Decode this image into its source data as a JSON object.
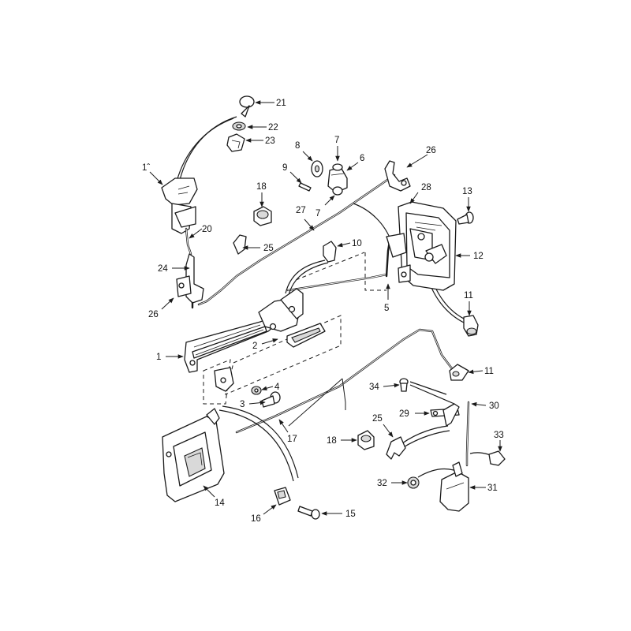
{
  "callouts": [
    {
      "id": "c1",
      "text": "1"
    },
    {
      "id": "c2",
      "text": "2"
    },
    {
      "id": "c3",
      "text": "3"
    },
    {
      "id": "c4",
      "text": "4"
    },
    {
      "id": "c5",
      "text": "5"
    },
    {
      "id": "c6",
      "text": "6"
    },
    {
      "id": "c7a",
      "text": "7"
    },
    {
      "id": "c7b",
      "text": "7"
    },
    {
      "id": "c8",
      "text": "8"
    },
    {
      "id": "c9",
      "text": "9"
    },
    {
      "id": "c10",
      "text": "10"
    },
    {
      "id": "c11a",
      "text": "11"
    },
    {
      "id": "c11b",
      "text": "11"
    },
    {
      "id": "c12",
      "text": "12"
    },
    {
      "id": "c13",
      "text": "13"
    },
    {
      "id": "c14",
      "text": "14"
    },
    {
      "id": "c15",
      "text": "15"
    },
    {
      "id": "c16",
      "text": "16"
    },
    {
      "id": "c17",
      "text": "17"
    },
    {
      "id": "c18a",
      "text": "18"
    },
    {
      "id": "c18b",
      "text": "18"
    },
    {
      "id": "c19",
      "text": "1ˆ"
    },
    {
      "id": "c20",
      "text": "20"
    },
    {
      "id": "c21",
      "text": "21"
    },
    {
      "id": "c22",
      "text": "22"
    },
    {
      "id": "c23",
      "text": "23"
    },
    {
      "id": "c24",
      "text": "24"
    },
    {
      "id": "c25a",
      "text": "25"
    },
    {
      "id": "c25b",
      "text": "25"
    },
    {
      "id": "c26a",
      "text": "26"
    },
    {
      "id": "c26b",
      "text": "26"
    },
    {
      "id": "c27",
      "text": "27"
    },
    {
      "id": "c28",
      "text": "28"
    },
    {
      "id": "c29",
      "text": "29"
    },
    {
      "id": "c30",
      "text": "30"
    },
    {
      "id": "c31",
      "text": "31"
    },
    {
      "id": "c32",
      "text": "32"
    },
    {
      "id": "c33",
      "text": "33"
    },
    {
      "id": "c34",
      "text": "34"
    }
  ]
}
